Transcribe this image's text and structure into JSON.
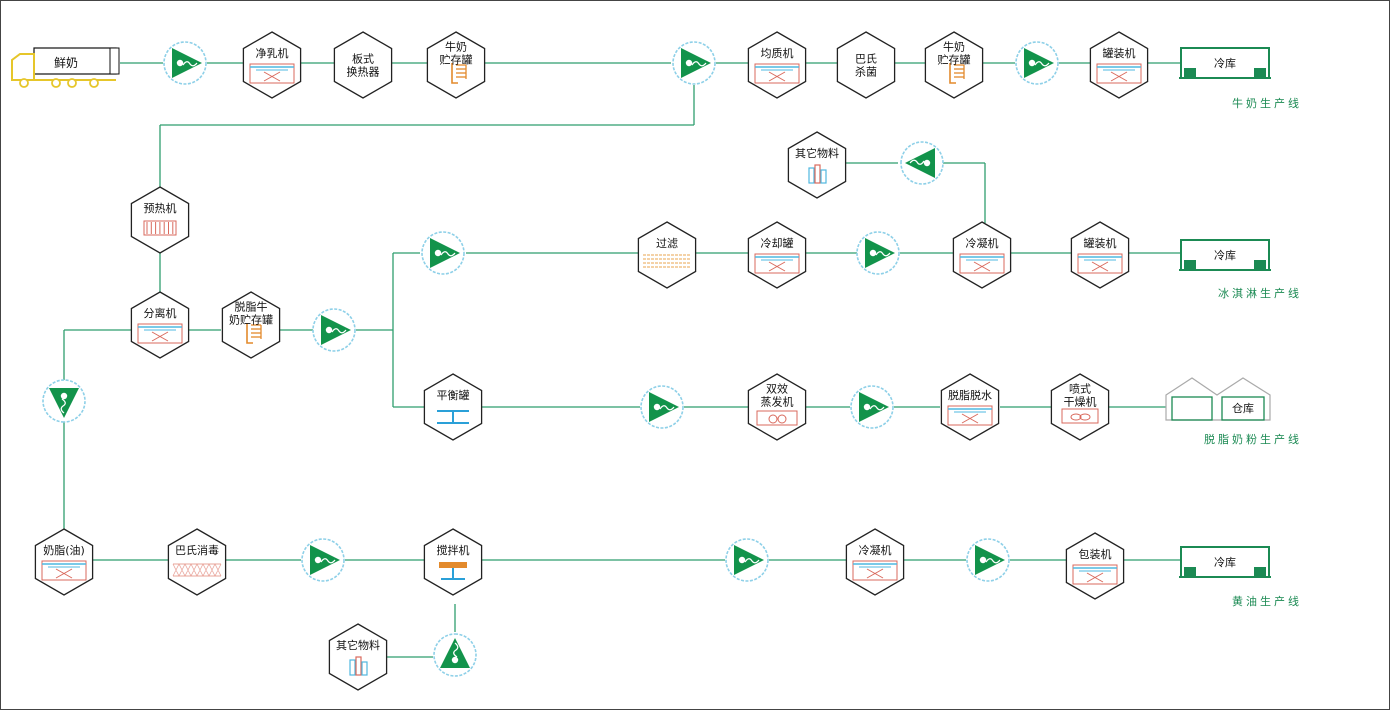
{
  "colors": {
    "pipe": "#2f9e6e",
    "pump": "#12934b",
    "hex_stroke": "#222222",
    "hex_fill": "#ffffff",
    "tank_line": "#d9695c",
    "tank_water": "#4fb8e0",
    "truck": "#e6c62a",
    "cold_storage": "#1b8a53",
    "line_label": "#1b8a53"
  },
  "truck": {
    "label": "鲜奶"
  },
  "nodes": {
    "jingruji": {
      "label": "净乳机",
      "icon": "tank-icon"
    },
    "banshi": {
      "label": "板式换热器",
      "lines": [
        "板式",
        "换热器"
      ],
      "icon": "none"
    },
    "niunai_chucun_1": {
      "label": "牛奶贮存罐",
      "lines": [
        "牛奶",
        "贮存罐"
      ],
      "icon": "storage-coil-icon"
    },
    "junzhiji": {
      "label": "均质机",
      "icon": "tank-icon"
    },
    "bashi_shajun": {
      "label": "巴氏杀菌",
      "lines": [
        "巴氏",
        "杀菌"
      ],
      "icon": "none"
    },
    "niunai_chucun_2": {
      "label": "牛奶贮存罐",
      "lines": [
        "牛奶",
        "贮存罐"
      ],
      "icon": "storage-coil-icon"
    },
    "guanzhuangji_1": {
      "label": "罐装机",
      "icon": "tank-icon"
    },
    "yureji": {
      "label": "预热机",
      "icon": "heater-icon"
    },
    "fenliji": {
      "label": "分离机",
      "icon": "tank-icon"
    },
    "tuozhi_chucun": {
      "label": "脱脂牛奶贮存罐",
      "lines": [
        "脱脂牛",
        "奶贮存罐"
      ],
      "icon": "storage-coil-icon"
    },
    "guolv": {
      "label": "过滤",
      "icon": "filter-icon"
    },
    "lengqueguan": {
      "label": "冷却罐",
      "icon": "tank-icon"
    },
    "qita_1": {
      "label": "其它物料",
      "icon": "material-icon"
    },
    "lengningji_1": {
      "label": "冷凝机",
      "icon": "tank-icon"
    },
    "guanzhuangji_2": {
      "label": "罐装机",
      "icon": "tank-icon"
    },
    "pinghengguan": {
      "label": "平衡罐",
      "icon": "balance-tank-icon"
    },
    "shuangxiao": {
      "label": "双效蒸发机",
      "lines": [
        "双效",
        "蒸发机"
      ],
      "icon": "evaporator-icon"
    },
    "tuozhi_tuoshui": {
      "label": "脱脂脱水",
      "icon": "tank-icon"
    },
    "penshi": {
      "label": "喷式干燥机",
      "lines": [
        "喷式",
        "干燥机"
      ],
      "icon": "dryer-icon"
    },
    "naizhi": {
      "label": "奶脂(油)",
      "icon": "tank-icon"
    },
    "bashi_xiaodu": {
      "label": "巴氏消毒",
      "icon": "filter-mesh-icon"
    },
    "jiaobanji": {
      "label": "搅拌机",
      "icon": "mixer-icon"
    },
    "lengningji_2": {
      "label": "冷凝机",
      "icon": "tank-icon"
    },
    "baozhuangji": {
      "label": "包装机",
      "icon": "tank-icon"
    },
    "qita_2": {
      "label": "其它物料",
      "icon": "material-icon"
    }
  },
  "storage": {
    "cold_1": {
      "label": "冷库"
    },
    "cold_2": {
      "label": "冷库"
    },
    "warehouse": {
      "label": "仓库"
    },
    "cold_3": {
      "label": "冷库"
    }
  },
  "line_labels": {
    "milk": "牛奶生产线",
    "icecream": "冰淇淋生产线",
    "powder": "脱脂奶粉生产线",
    "butter": "黄油生产线"
  }
}
